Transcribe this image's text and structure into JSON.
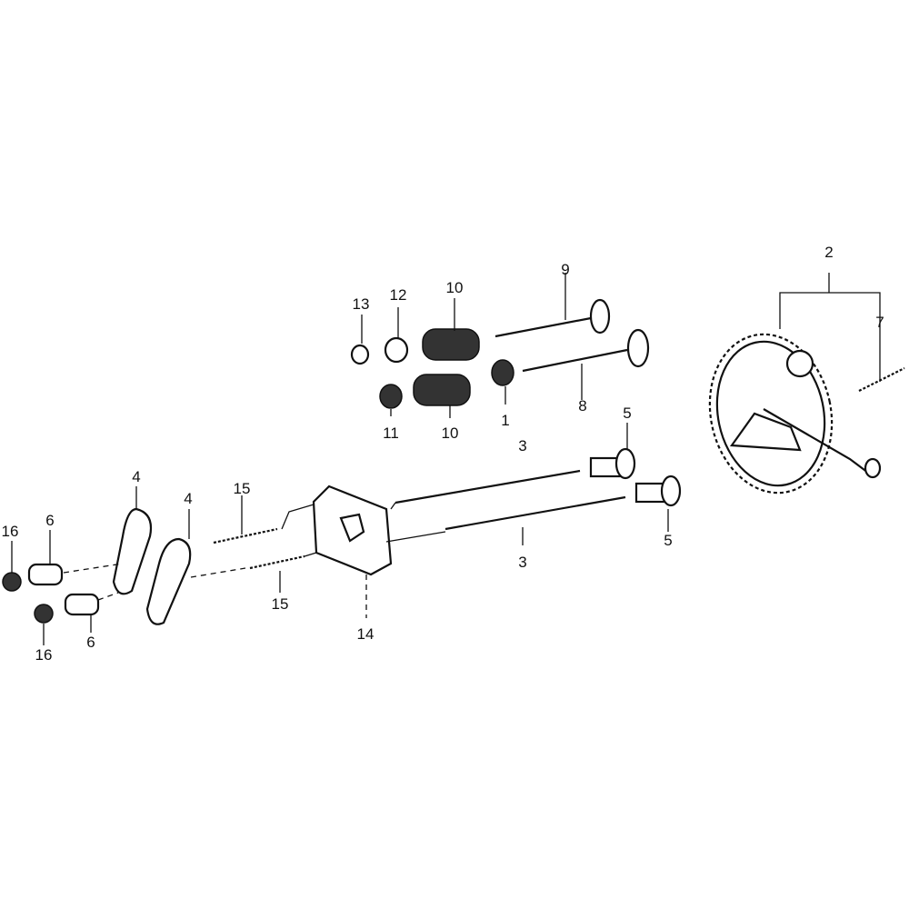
{
  "diagram": {
    "type": "exploded-parts-diagram",
    "callouts": [
      {
        "id": "c2",
        "text": "2"
      },
      {
        "id": "c7",
        "text": "7"
      },
      {
        "id": "c9",
        "text": "9"
      },
      {
        "id": "c10a",
        "text": "10"
      },
      {
        "id": "c12",
        "text": "12"
      },
      {
        "id": "c13",
        "text": "13"
      },
      {
        "id": "c11",
        "text": "11"
      },
      {
        "id": "c10b",
        "text": "10"
      },
      {
        "id": "c1",
        "text": "1"
      },
      {
        "id": "c8",
        "text": "8"
      },
      {
        "id": "c3a",
        "text": "3"
      },
      {
        "id": "c5a",
        "text": "5"
      },
      {
        "id": "c5b",
        "text": "5"
      },
      {
        "id": "c3b",
        "text": "3"
      },
      {
        "id": "c14",
        "text": "14"
      },
      {
        "id": "c15a",
        "text": "15"
      },
      {
        "id": "c15b",
        "text": "15"
      },
      {
        "id": "c4a",
        "text": "4"
      },
      {
        "id": "c4b",
        "text": "4"
      },
      {
        "id": "c6a",
        "text": "6"
      },
      {
        "id": "c6b",
        "text": "6"
      },
      {
        "id": "c16a",
        "text": "16"
      },
      {
        "id": "c16b",
        "text": "16"
      }
    ]
  }
}
